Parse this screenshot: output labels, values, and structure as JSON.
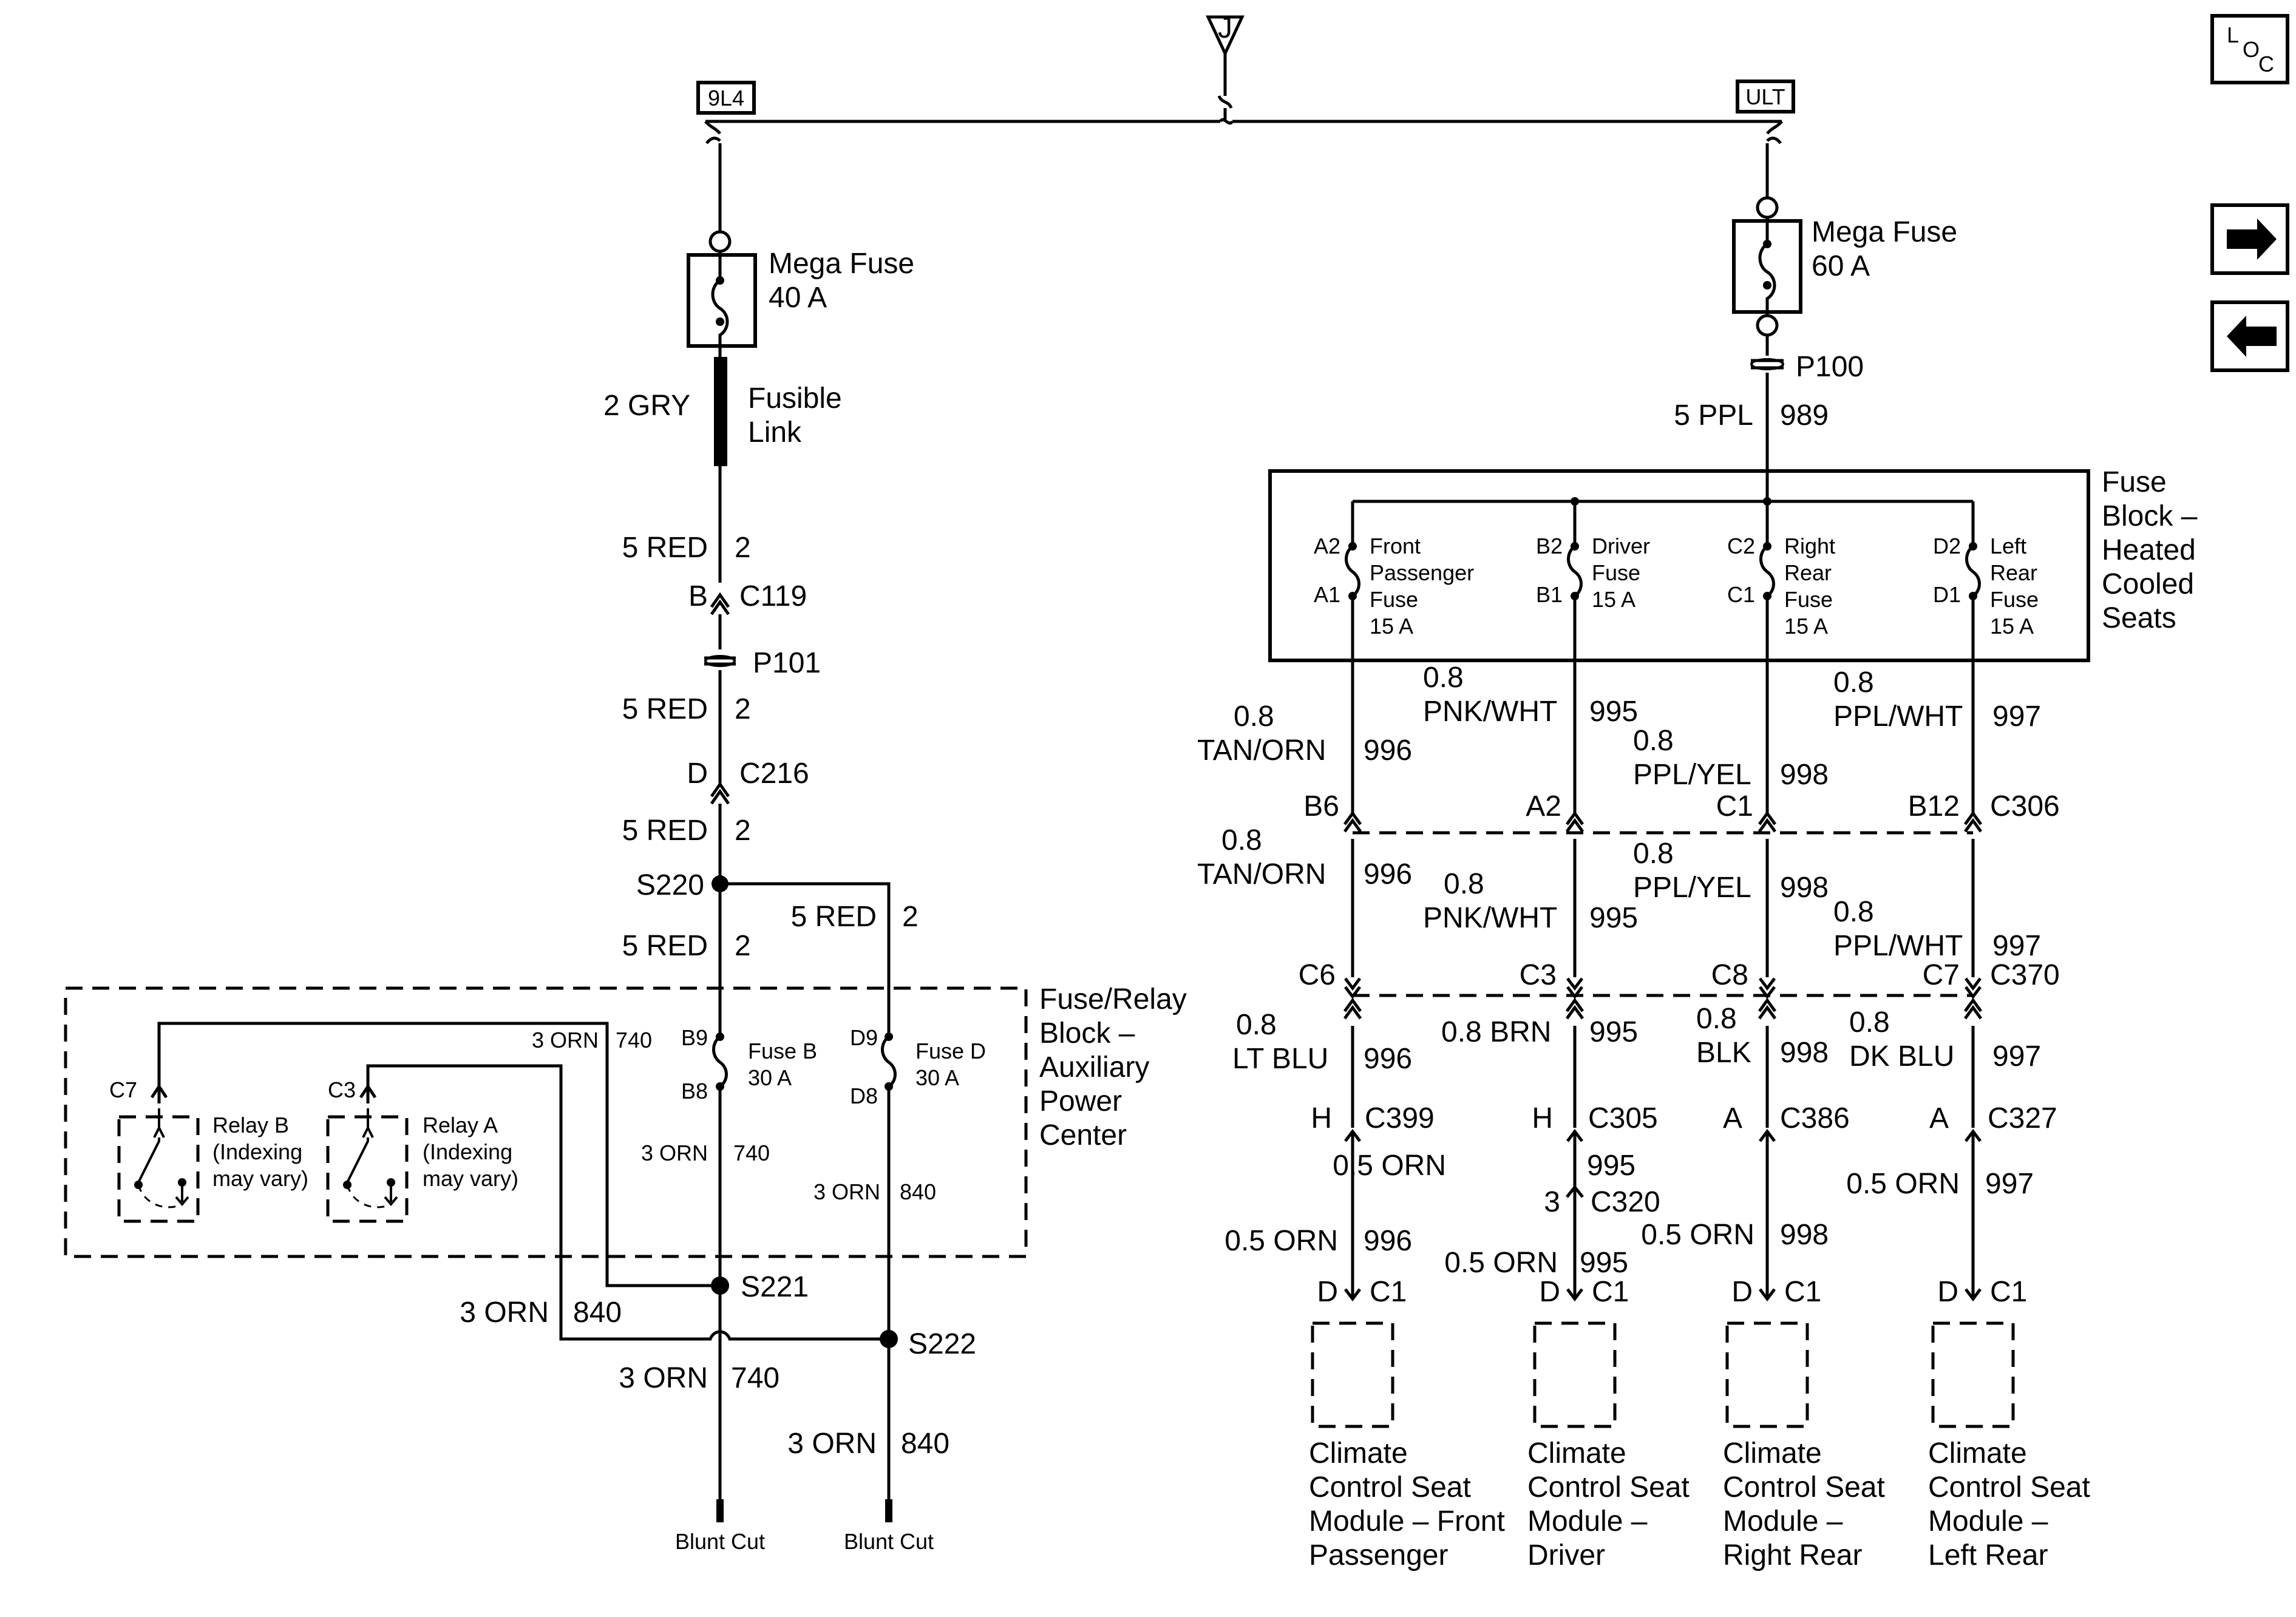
{
  "top": {
    "ground_label": "J",
    "source_left": "9L4",
    "source_right": "ULT",
    "loc": [
      "L",
      "O",
      "C"
    ]
  },
  "nav": {
    "next_icon": "right-arrow-icon",
    "prev_icon": "left-arrow-icon"
  },
  "left": {
    "mega_fuse": [
      "Mega Fuse",
      "40 A"
    ],
    "fusible_link": [
      "Fusible",
      "Link"
    ],
    "wire_2gry": "2 GRY",
    "w1_color": "5 RED",
    "w1_circ": "2",
    "c119_pin": "B",
    "c119": "C119",
    "p101": "P101",
    "w2_color": "5 RED",
    "w2_circ": "2",
    "c216_pin": "D",
    "c216": "C216",
    "w3_color": "5 RED",
    "w3_circ": "2",
    "s220": "S220",
    "w4_color": "5 RED",
    "w4_circ": "2",
    "w5_color": "5 RED",
    "w5_circ": "2",
    "fr_block": [
      "Fuse/Relay",
      "Block –",
      "Auxiliary",
      "Power",
      "Center"
    ],
    "fuse_b_top": "B9",
    "fuse_b_bot": "B8",
    "fuse_b": [
      "Fuse B",
      "30 A"
    ],
    "fuse_d_top": "D9",
    "fuse_d_bot": "D8",
    "fuse_d": [
      "Fuse D",
      "30 A"
    ],
    "int_740a_color": "3 ORN",
    "int_740a_circ": "740",
    "int_740b_color": "3 ORN",
    "int_740b_circ": "740",
    "int_840_color": "3 ORN",
    "int_840_circ": "840",
    "relay_b_pin": "C7",
    "relay_b": [
      "Relay B",
      "(Indexing",
      "may vary)"
    ],
    "relay_a_pin": "C3",
    "relay_a": [
      "Relay A",
      "(Indexing",
      "may vary)"
    ],
    "s221": "S221",
    "s222": "S222",
    "w840_color": "3 ORN",
    "w840_circ": "840",
    "w740_color": "3 ORN",
    "w740_circ": "740",
    "w840b_color": "3 ORN",
    "w840b_circ": "840",
    "blunt_1": "Blunt Cut",
    "blunt_2": "Blunt Cut"
  },
  "right": {
    "mega_fuse": [
      "Mega Fuse",
      "60 A"
    ],
    "p100": "P100",
    "feed_color": "5 PPL",
    "feed_circ": "989",
    "fuse_block": [
      "Fuse",
      "Block –",
      "Heated",
      "Cooled",
      "Seats"
    ],
    "fuses": [
      {
        "top": "A2",
        "bot": "A1",
        "label": [
          "Front",
          "Passenger",
          "Fuse",
          "15 A"
        ]
      },
      {
        "top": "B2",
        "bot": "B1",
        "label": [
          "Driver",
          "Fuse",
          "15 A"
        ]
      },
      {
        "top": "C2",
        "bot": "C1",
        "label": [
          "Right",
          "Rear",
          "Fuse",
          "15 A"
        ]
      },
      {
        "top": "D2",
        "bot": "D1",
        "label": [
          "Left",
          "Rear",
          "Fuse",
          "15 A"
        ]
      }
    ],
    "row1": [
      {
        "size": "0.8",
        "color": "TAN/ORN",
        "circ": "996"
      },
      {
        "size": "0.8",
        "color": "PNK/WHT",
        "circ": "995"
      },
      {
        "size": "0.8",
        "color": "PPL/YEL",
        "circ": "998"
      },
      {
        "size": "0.8",
        "color": "PPL/WHT",
        "circ": "997"
      }
    ],
    "c306_pins": [
      "B6",
      "A2",
      "C1",
      "B12"
    ],
    "c306": "C306",
    "row2": [
      {
        "size": "0.8",
        "color": "TAN/ORN",
        "circ": "996"
      },
      {
        "size": "0.8",
        "color": "PNK/WHT",
        "circ": "995"
      },
      {
        "size": "0.8",
        "color": "PPL/YEL",
        "circ": "998"
      },
      {
        "size": "0.8",
        "color": "PPL/WHT",
        "circ": "997"
      }
    ],
    "c370_pins": [
      "C6",
      "C3",
      "C8",
      "C7"
    ],
    "c370": "C370",
    "row3": [
      {
        "size": "0.8",
        "color": "LT BLU",
        "circ": "996"
      },
      {
        "size": "0.8 BRN",
        "circ": "995"
      },
      {
        "size": "0.8",
        "color": "BLK",
        "circ": "998"
      },
      {
        "size": "0.8",
        "color": "DK BLU",
        "circ": "997"
      }
    ],
    "conn3": [
      {
        "pin": "H",
        "name": "C399"
      },
      {
        "pin": "H",
        "name": "C305"
      },
      {
        "pin": "A",
        "name": "C386"
      },
      {
        "pin": "A",
        "name": "C327"
      }
    ],
    "c320_color": "0.5 ORN",
    "c320_circ": "995",
    "c320_pin": "3",
    "c320": "C320",
    "row4": [
      {
        "color": "0.5 ORN",
        "circ": "996"
      },
      {
        "color": "0.5 ORN",
        "circ": "995"
      },
      {
        "color": "0.5 ORN",
        "circ": "998"
      },
      {
        "color": "0.5 ORN",
        "circ": "997"
      }
    ],
    "mod_pins": [
      {
        "pin": "D",
        "name": "C1"
      },
      {
        "pin": "D",
        "name": "C1"
      },
      {
        "pin": "D",
        "name": "C1"
      },
      {
        "pin": "D",
        "name": "C1"
      }
    ],
    "modules": [
      [
        "Climate",
        "Control Seat",
        "Module – Front",
        "Passenger"
      ],
      [
        "Climate",
        "Control Seat",
        "Module –",
        "Driver"
      ],
      [
        "Climate",
        "Control Seat",
        "Module –",
        "Right Rear"
      ],
      [
        "Climate",
        "Control Seat",
        "Module –",
        "Left Rear"
      ]
    ]
  }
}
